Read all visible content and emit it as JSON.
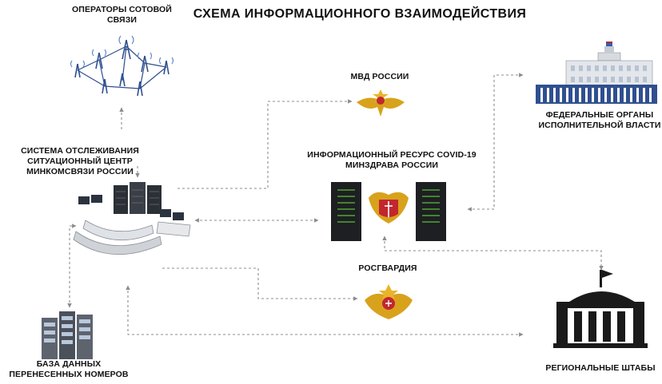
{
  "title": "СХЕМА ИНФОРМАЦИОННОГО ВЗАИМОДЕЙСТВИЯ",
  "nodes": {
    "operators": {
      "line1": "ОПЕРАТОРЫ СОТОВОЙ",
      "line2": "СВЯЗИ",
      "icon": "cell-tower-network-icon"
    },
    "tracking": {
      "line1": "СИСТЕМА ОТСЛЕЖИВАНИЯ",
      "line2": "СИТУАЦИОННЫЙ ЦЕНТР",
      "line3": "МИНКОМСВЯЗИ РОССИИ",
      "icon": "situation-center-icon"
    },
    "mvd": {
      "line1": "МВД РОССИИ",
      "icon": "mvd-emblem-icon"
    },
    "covid": {
      "line1": "ИНФОРМАЦИОННЫЙ РЕСУРС COVID-19",
      "line2": "МИНЗДРАВА РОССИИ",
      "icon": "server-emblem-icon"
    },
    "federal": {
      "line1": "ФЕДЕРАЛЬНЫЕ ОРГАНЫ",
      "line2": "ИСПОЛНИТЕЛЬНОЙ ВЛАСТИ",
      "icon": "government-building-icon"
    },
    "rosgvardia": {
      "line1": "РОСГВАРДИЯ",
      "icon": "rosgvardia-emblem-icon"
    },
    "database": {
      "line1": "БАЗА ДАННЫХ",
      "line2": "ПЕРЕНЕСЕННЫХ НОМЕРОВ",
      "icon": "database-server-icon"
    },
    "regional": {
      "line1": "РЕГИОНАЛЬНЫЕ ШТАБЫ",
      "icon": "regional-building-icon"
    }
  },
  "colors": {
    "arrow": "#8c8c8c",
    "emblem_gold": "#d8a21c",
    "emblem_red": "#c2262e",
    "dark": "#1a1a1a",
    "blue": "#2f4f8f",
    "server_green": "#5bbf3a"
  }
}
